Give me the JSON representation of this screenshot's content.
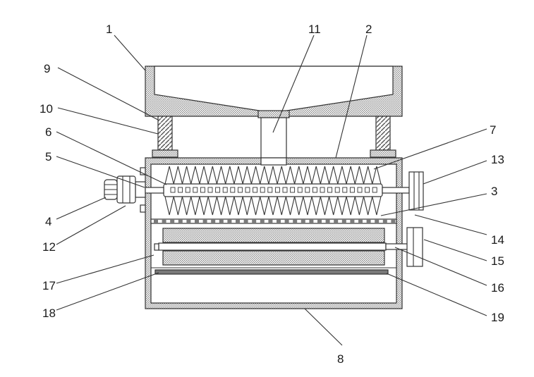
{
  "labels": [
    "1",
    "2",
    "3",
    "4",
    "5",
    "6",
    "7",
    "8",
    "9",
    "10",
    "11",
    "12",
    "13",
    "14",
    "15",
    "16",
    "17",
    "18",
    "19"
  ],
  "colors": {
    "line": "#333333",
    "hatch": "#9a9a9a",
    "background": "#ffffff"
  }
}
